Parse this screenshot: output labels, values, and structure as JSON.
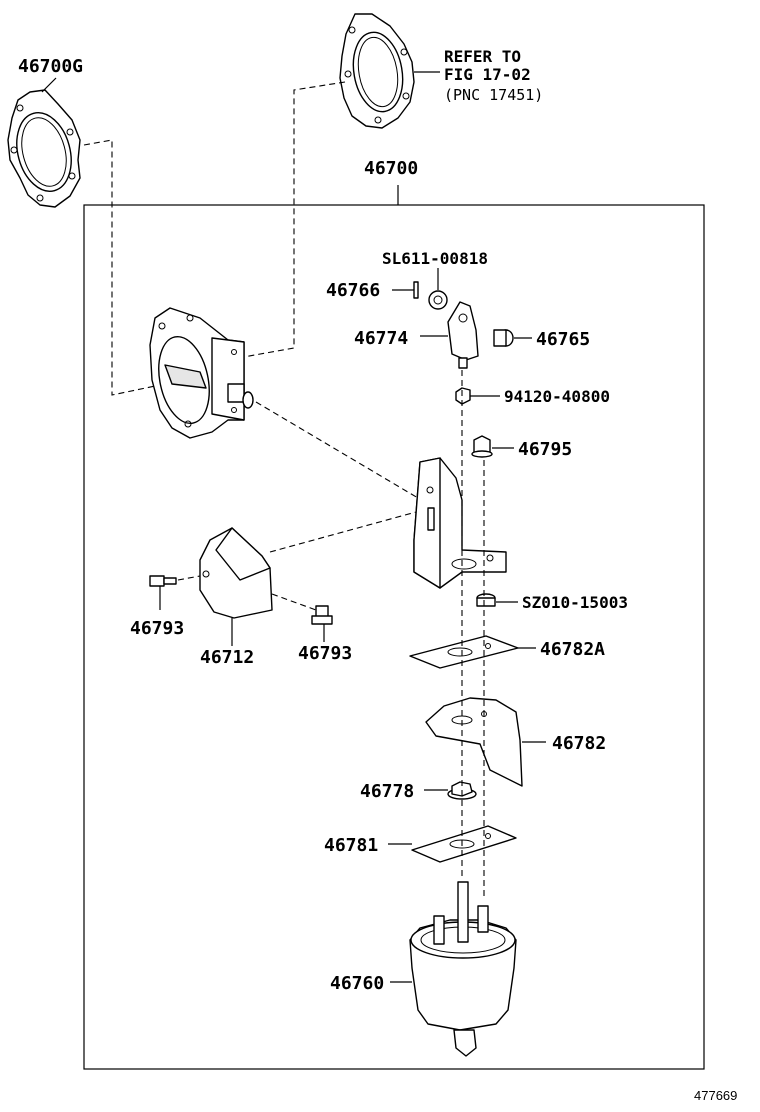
{
  "diagram": {
    "labels": {
      "gasket_left": "46700G",
      "refer_line1": "REFER TO",
      "refer_line2": "FIG 17-02",
      "refer_line3": "(PNC 17451)",
      "assembly": "46700",
      "washer": "SL611-00818",
      "pin": "46766",
      "clevis": "46774",
      "clevis_pin": "46765",
      "nut_small": "94120-40800",
      "nut_flange": "46795",
      "collar": "SZ010-15003",
      "plate_upper": "46782A",
      "shield": "46782",
      "nut_lower": "46778",
      "gasket_lower": "46781",
      "actuator": "46760",
      "bolt_left": "46793",
      "cover": "46712",
      "bolt_right": "46793",
      "figure_number": "477669"
    }
  }
}
